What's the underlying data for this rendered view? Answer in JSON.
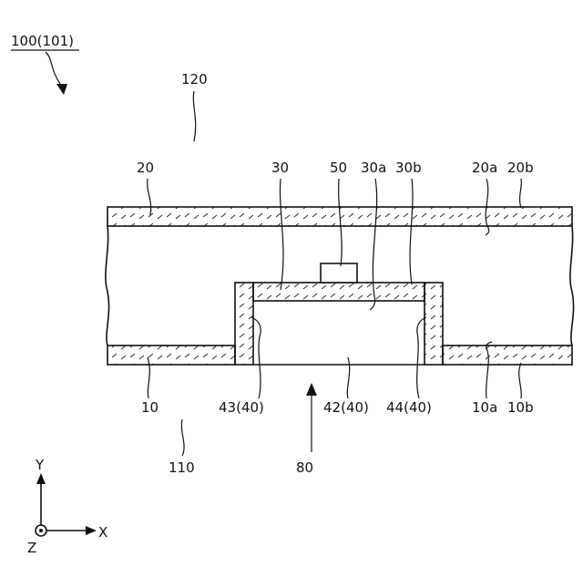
{
  "labels": {
    "figure_ref": "100(101)",
    "region_top": "120",
    "region_bottom": "110",
    "substrate_top": "20",
    "substrate_top_inner": "20a",
    "substrate_top_outer": "20b",
    "cap": "30",
    "cap_inner": "30a",
    "cap_outer": "30b",
    "element": "50",
    "substrate_bottom": "10",
    "substrate_bottom_inner": "10a",
    "substrate_bottom_outer": "10b",
    "wall_left": "43(40)",
    "cavity": "42(40)",
    "wall_right": "44(40)",
    "opening": "80"
  },
  "axes": {
    "y": "Y",
    "x": "X",
    "z": "Z"
  }
}
